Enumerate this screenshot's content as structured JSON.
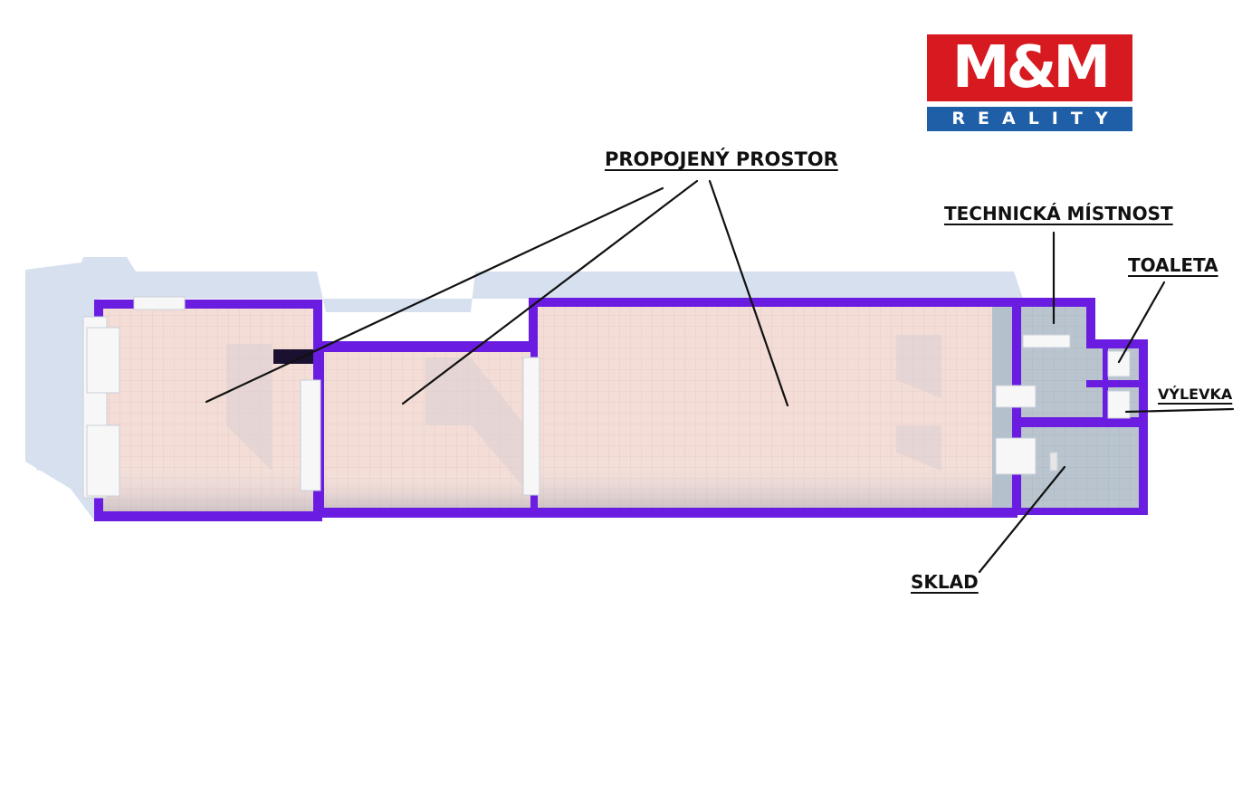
{
  "logo": {
    "top_text": "M&M",
    "bottom_text": "REALITY",
    "colors": {
      "red": "#d71920",
      "blue": "#1f5fa8"
    }
  },
  "labels": {
    "propojeny_prostor": "PROPOJENÝ PROSTOR",
    "technicka_mistnost": "TECHNICKÁ MÍSTNOST",
    "toaleta": "TOALETA",
    "vylevka": "VÝLEVKA",
    "sklad": "SKLAD"
  },
  "colors": {
    "wall": "#6a1de0",
    "floor": "#f3dcd6",
    "shadow": "#c9d6e8"
  }
}
